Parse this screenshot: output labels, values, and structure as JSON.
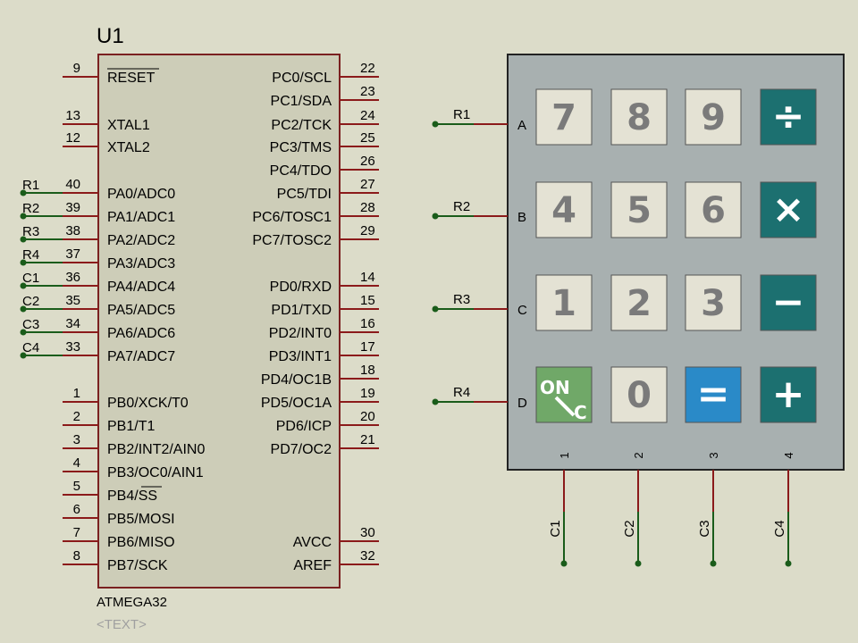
{
  "chip": {
    "ref": "U1",
    "part": "ATMEGA32",
    "text_placeholder": "<TEXT>",
    "left_pins": [
      {
        "num": "9",
        "name": "RESET",
        "overline": true
      },
      {
        "num": "13",
        "name": "XTAL1"
      },
      {
        "num": "12",
        "name": "XTAL2"
      },
      {
        "num": "40",
        "name": "PA0/ADC0",
        "net": "R1"
      },
      {
        "num": "39",
        "name": "PA1/ADC1",
        "net": "R2"
      },
      {
        "num": "38",
        "name": "PA2/ADC2",
        "net": "R3"
      },
      {
        "num": "37",
        "name": "PA3/ADC3",
        "net": "R4"
      },
      {
        "num": "36",
        "name": "PA4/ADC4",
        "net": "C1"
      },
      {
        "num": "35",
        "name": "PA5/ADC5",
        "net": "C2"
      },
      {
        "num": "34",
        "name": "PA6/ADC6",
        "net": "C3"
      },
      {
        "num": "33",
        "name": "PA7/ADC7",
        "net": "C4"
      },
      {
        "num": "1",
        "name": "PB0/XCK/T0"
      },
      {
        "num": "2",
        "name": "PB1/T1"
      },
      {
        "num": "3",
        "name": "PB2/INT2/AIN0"
      },
      {
        "num": "4",
        "name": "PB3/OC0/AIN1"
      },
      {
        "num": "5",
        "name": "PB4/SS",
        "overline_part": "SS"
      },
      {
        "num": "6",
        "name": "PB5/MOSI"
      },
      {
        "num": "7",
        "name": "PB6/MISO"
      },
      {
        "num": "8",
        "name": "PB7/SCK"
      }
    ],
    "right_pins": [
      {
        "num": "22",
        "name": "PC0/SCL"
      },
      {
        "num": "23",
        "name": "PC1/SDA"
      },
      {
        "num": "24",
        "name": "PC2/TCK"
      },
      {
        "num": "25",
        "name": "PC3/TMS"
      },
      {
        "num": "26",
        "name": "PC4/TDO"
      },
      {
        "num": "27",
        "name": "PC5/TDI"
      },
      {
        "num": "28",
        "name": "PC6/TOSC1"
      },
      {
        "num": "29",
        "name": "PC7/TOSC2"
      },
      {
        "num": "14",
        "name": "PD0/RXD"
      },
      {
        "num": "15",
        "name": "PD1/TXD"
      },
      {
        "num": "16",
        "name": "PD2/INT0"
      },
      {
        "num": "17",
        "name": "PD3/INT1"
      },
      {
        "num": "18",
        "name": "PD4/OC1B"
      },
      {
        "num": "19",
        "name": "PD5/OC1A"
      },
      {
        "num": "20",
        "name": "PD6/ICP"
      },
      {
        "num": "21",
        "name": "PD7/OC2"
      },
      {
        "num": "30",
        "name": "AVCC"
      },
      {
        "num": "32",
        "name": "AREF"
      }
    ]
  },
  "keypad": {
    "row_letters": [
      "A",
      "B",
      "C",
      "D"
    ],
    "row_nets": [
      "R1",
      "R2",
      "R3",
      "R4"
    ],
    "col_numbers": [
      "1",
      "2",
      "3",
      "4"
    ],
    "col_nets": [
      "C1",
      "C2",
      "C3",
      "C4"
    ],
    "keys": [
      [
        "7",
        "8",
        "9",
        "÷"
      ],
      [
        "4",
        "5",
        "6",
        "×"
      ],
      [
        "1",
        "2",
        "3",
        "−"
      ],
      [
        "ON/C",
        "0",
        "=",
        "+"
      ]
    ],
    "on_c_parts": {
      "top": "ON",
      "bottom": "C"
    }
  },
  "colors": {
    "background": "#dcdcc9",
    "chip_body": "#cdcdb8",
    "chip_border": "#7a2020",
    "pin": "#8b1a1a",
    "wire": "#1a5c1a",
    "keypad_body": "#a8b0b0",
    "key_face": "#e4e2d4",
    "key_op": "#1c7070",
    "key_on": "#70a868",
    "key_equals": "#2a8ac8"
  }
}
